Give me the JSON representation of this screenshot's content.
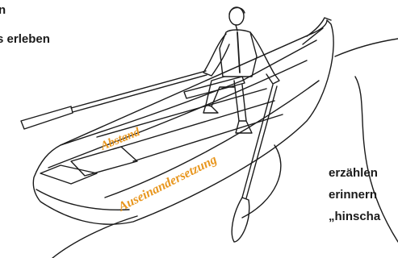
{
  "texts": {
    "top_left_line1": "n",
    "top_left_line2": "s erleben",
    "bottom_right_line1": "erzählen",
    "bottom_right_line2": "erinnern",
    "bottom_right_line3": "„hinscha"
  },
  "boat_labels": {
    "upper": "Abstand",
    "lower": "Auseinandersetzung"
  },
  "colors": {
    "label": "#e8961e",
    "line": "#1a1a1a",
    "background": "#ffffff"
  }
}
